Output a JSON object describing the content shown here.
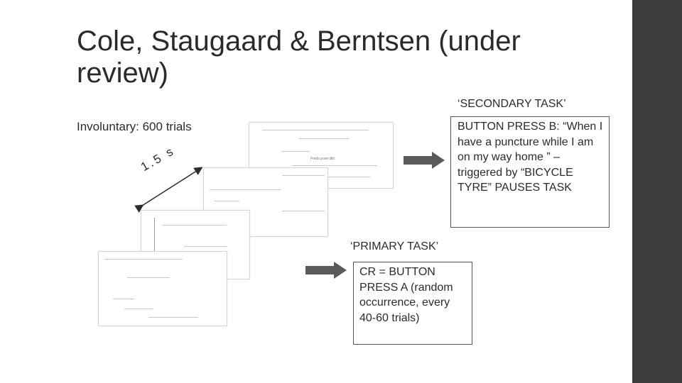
{
  "slide": {
    "title": "Cole, Staugaard & Berntsen (under review)",
    "involuntary_label": "Involuntary: 600 trials",
    "duration_label": "1.5 s",
    "secondary_task_label": "‘SECONDARY TASK’",
    "secondary_box_text": "BUTTON PRESS B: “When I have a puncture while I am on my way home ” – triggered by “BICYCLE TYRE” PAUSES TASK",
    "primary_task_label": "‘PRIMARY TASK’",
    "primary_box_text": "CR = BUTTON PRESS A (random occurrence, every 40-60 trials)",
    "stimulus_thumbnail_text": "Freds pose tilld",
    "colors": {
      "sidebar": "#3d3d3d",
      "arrow": "#5a5a5a",
      "text": "#2b2b2b"
    }
  }
}
